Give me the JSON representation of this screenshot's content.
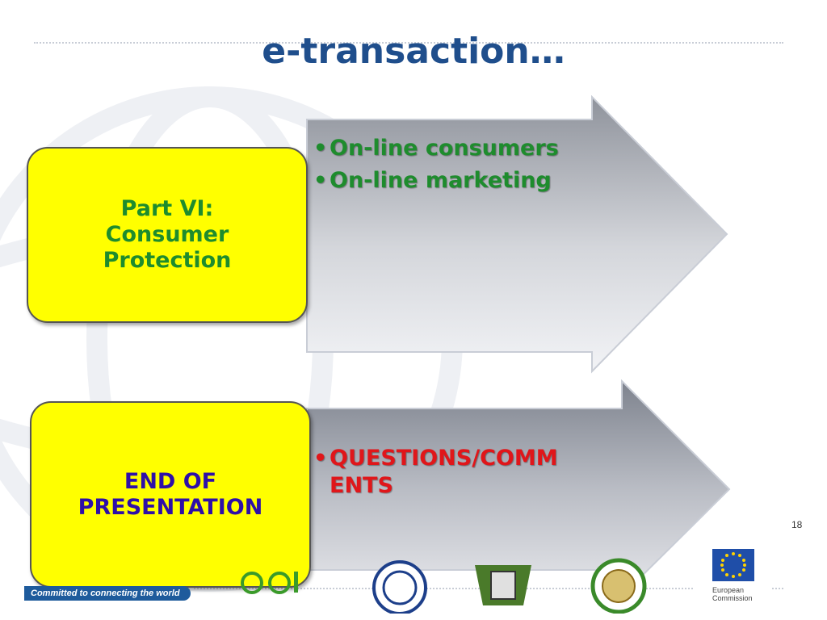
{
  "title": "e-transaction…",
  "panels": [
    {
      "box_label": "Part  VI: Consumer Protection",
      "box_lines": [
        "Part  VI:",
        "Consumer",
        "Protection"
      ],
      "bullets": [
        "On-line consumers",
        "On-line marketing"
      ],
      "box_color": "#ffff00",
      "text_color": "#1e8c2d"
    },
    {
      "box_lines": [
        "END OF",
        "PRESENTATION"
      ],
      "bullets": [
        "QUESTIONS/COMM ENTS"
      ],
      "bullet_lines": [
        "QUESTIONS/COMM",
        "ENTS"
      ],
      "box_color": "#ffff00",
      "text_color": "#2e0fa8",
      "bullet_color": "#e0161a"
    }
  ],
  "footer": {
    "tagline": "Committed to connecting the world",
    "page_number": "18",
    "ec_label_lines": [
      "European",
      "Commission"
    ]
  },
  "colors": {
    "title": "#1f4e8c",
    "tagline_bg": "#1e5b9c"
  },
  "icons": [
    "globe-watermark",
    "itu-logo",
    "eu-flag-logo",
    "partner-seal-logos"
  ]
}
